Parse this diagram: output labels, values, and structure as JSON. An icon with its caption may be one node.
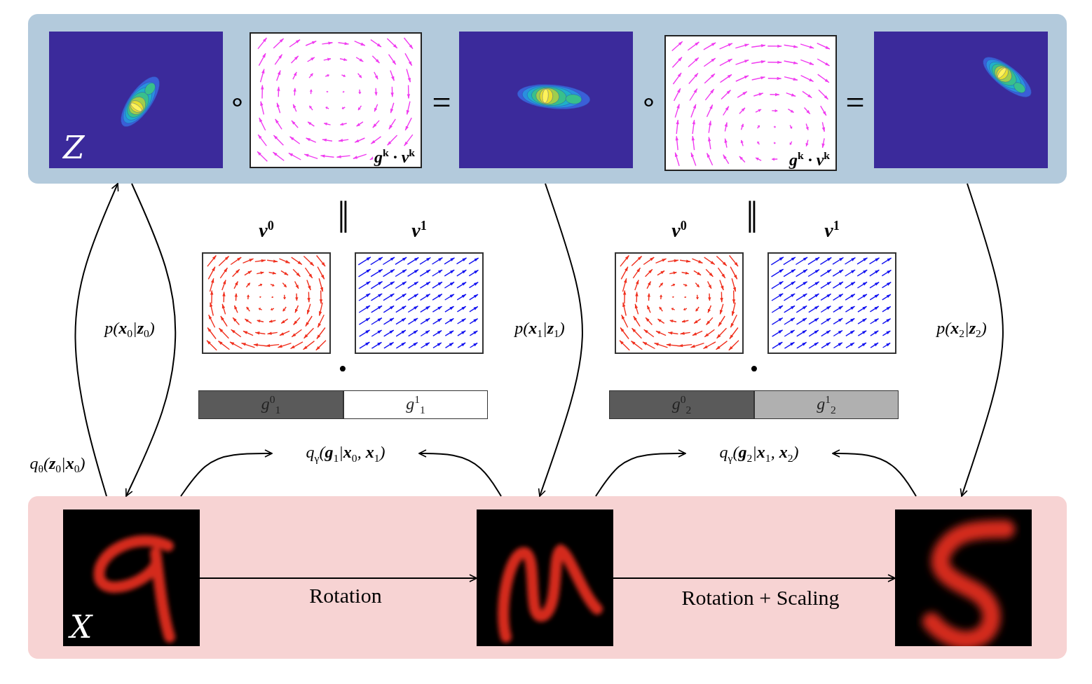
{
  "diagram": {
    "nodes": [
      {
        "text": [],
        "shape": "box"
      },
      {
        "text": [
          "Z"
        ],
        "in": 0
      },
      {
        "text": [
          "g$^{k}$ · v$^{k}$"
        ],
        "in": 0
      },
      {
        "text": [],
        "shape": "picture",
        "in": 0
      },
      {
        "text": [
          "g$^{k}$ · v$^{k}$"
        ],
        "in": 0
      },
      {
        "text": [],
        "shape": "picture",
        "in": 0
      },
      {
        "text": [],
        "shape": "box"
      },
      {
        "text": [
          "X"
        ],
        "in": 6
      },
      {
        "text": [],
        "shape": "picture",
        "in": 6
      },
      {
        "text": [],
        "shape": "picture",
        "in": 6
      },
      {
        "text": [
          "v$^{0}$"
        ]
      },
      {
        "text": [
          "v$^{1}$"
        ]
      },
      {
        "text": [
          "g$^{0}$$_{1}$"
        ]
      },
      {
        "text": [
          "g$^{1}$$_{1}$"
        ]
      },
      {
        "text": [
          "v$^{0}$"
        ]
      },
      {
        "text": [
          "v$^{1}$"
        ]
      },
      {
        "text": [
          "g$^{0}$$_{2}$"
        ]
      },
      {
        "text": [
          "g$^{1}$$_{2}$"
        ]
      },
      {
        "text": [
          "q$_{γ}$(**g**$_{1}$|**x**$_{0}$, **x**$_{1}$)"
        ]
      },
      {
        "text": [
          "q$_{γ}$(**g**$_{2}$|**x**$_{1}$, **x**$_{2}$)"
        ]
      }
    ],
    "edges": [
      {
        "from": 6,
        "to": 0,
        "arrow": "to",
        "label": "q$_{θ}$(**z**$_{0}$|**x**$_{0}$)"
      },
      {
        "from": 0,
        "to": 6,
        "arrow": "to",
        "label": "p(**x**$_{0}$|**z**$_{0}$)"
      },
      {
        "from": 0,
        "to": 6,
        "arrow": "to",
        "label": "p(**x**$_{1}$|**z**$_{1}$)"
      },
      {
        "from": 0,
        "to": 6,
        "arrow": "to",
        "label": "p(**x**$_{2}$|**z**$_{2}$)"
      },
      {
        "from": 6,
        "to": 18,
        "arrow": "to"
      },
      {
        "from": 6,
        "to": 18,
        "arrow": "to"
      },
      {
        "from": 6,
        "to": 19,
        "arrow": "to"
      },
      {
        "from": 6,
        "to": 19,
        "arrow": "to"
      },
      {
        "from": 7,
        "to": 8,
        "arrow": "to",
        "label": "Rotation"
      },
      {
        "from": 8,
        "to": 9,
        "arrow": "to",
        "label": "Rotation + Scaling"
      }
    ],
    "labels": [
      "∘",
      "=",
      "∘",
      "=",
      "‖",
      "‖",
      "•",
      "•"
    ]
  }
}
